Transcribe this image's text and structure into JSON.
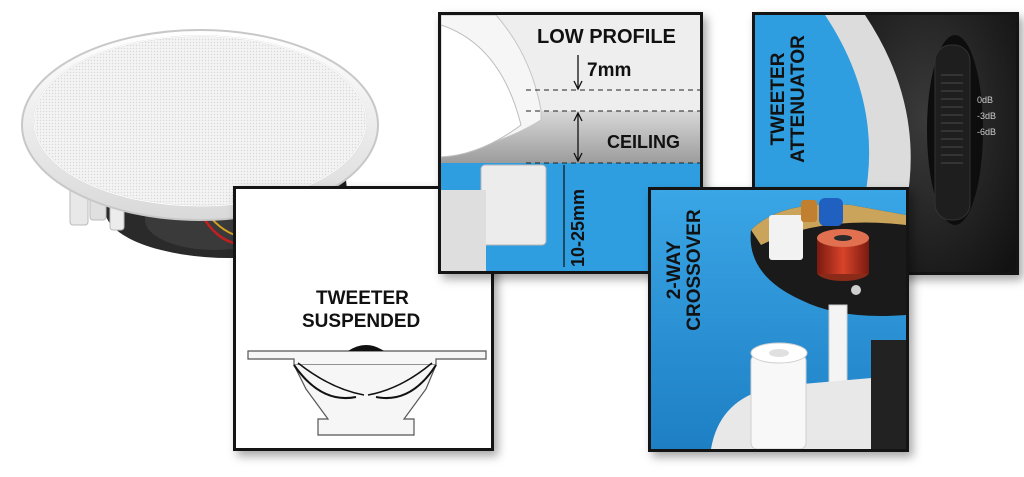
{
  "colors": {
    "ceiling_blue": "#2f9ee0",
    "panel_border": "#141414",
    "label_text": "#111111",
    "speaker_white": "#f3f3f3"
  },
  "images": {
    "speaker_product": "Round white in-ceiling speaker with perforated grille and mounting clamps",
    "attenuator_closeup": "Close-up of tweeter attenuator switch",
    "crossover_closeup": "Close-up of crossover board with copper inductor coil"
  },
  "tweeter_panel": {
    "title_line1": "TWEETER",
    "title_line2": "SUSPENDED"
  },
  "profile_panel": {
    "title": "LOW PROFILE",
    "profile_measure": "7mm",
    "ceiling_label": "CEILING",
    "thickness_range": "10-25mm"
  },
  "attenuator_panel": {
    "title_line1": "TWEETER",
    "title_line2": "ATTENUATOR",
    "levels": [
      "0dB",
      "-3dB",
      "-6dB"
    ]
  },
  "crossover_panel": {
    "title_line1": "2-WAY",
    "title_line2": "CROSSOVER"
  }
}
